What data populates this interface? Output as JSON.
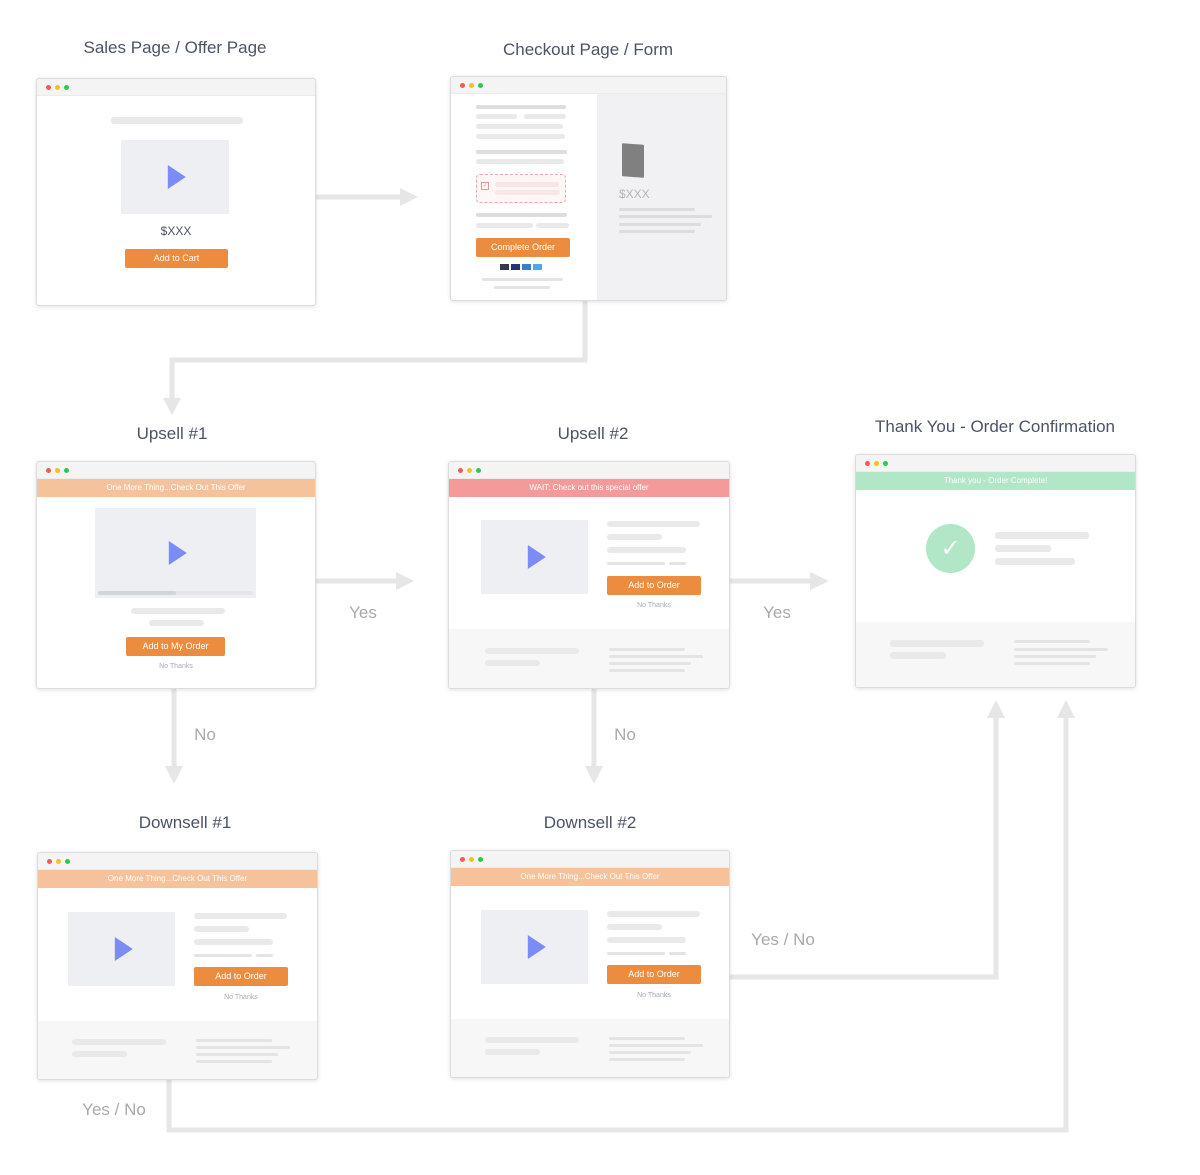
{
  "colors": {
    "arrow": "#e6e6e6",
    "button": "#ec8c3f",
    "banner_peach": "#f5c29b",
    "banner_red": "#f49a9a",
    "banner_green": "#b1e6c6",
    "play": "#7b8cf7"
  },
  "titles": {
    "sales": "Sales Page / Offer Page",
    "checkout": "Checkout Page / Form",
    "upsell1": "Upsell #1",
    "upsell2": "Upsell #2",
    "thankyou": "Thank You - Order Confirmation",
    "downsell1": "Downsell #1",
    "downsell2": "Downsell #2"
  },
  "sales_page": {
    "price": "$XXX",
    "button": "Add to Cart",
    "icon": "play-icon"
  },
  "checkout_page": {
    "price": "$XXX",
    "button": "Complete Order",
    "icons": [
      "book-icon",
      "checkbox-icon",
      "card-icons"
    ]
  },
  "upsell1": {
    "banner": "One More Thing...Check Out This Offer",
    "button": "Add to My Order",
    "no_thanks": "No Thanks"
  },
  "upsell2": {
    "banner": "WAIT: Check out this special offer",
    "button": "Add to Order",
    "no_thanks": "No Thanks"
  },
  "thankyou": {
    "banner": "Thank you - Order Complete!",
    "icon": "check-circle-icon"
  },
  "downsell1": {
    "banner": "One More Thing...Check Out This Offer",
    "button": "Add to Order",
    "no_thanks": "No Thanks"
  },
  "downsell2": {
    "banner": "One More Thing...Check Out This Offer",
    "button": "Add to Order",
    "no_thanks": "No Thanks"
  },
  "flow_labels": {
    "yes1": "Yes",
    "yes2": "Yes",
    "no1": "No",
    "no2": "No",
    "yesno1": "Yes / No",
    "yesno2": "Yes / No"
  }
}
